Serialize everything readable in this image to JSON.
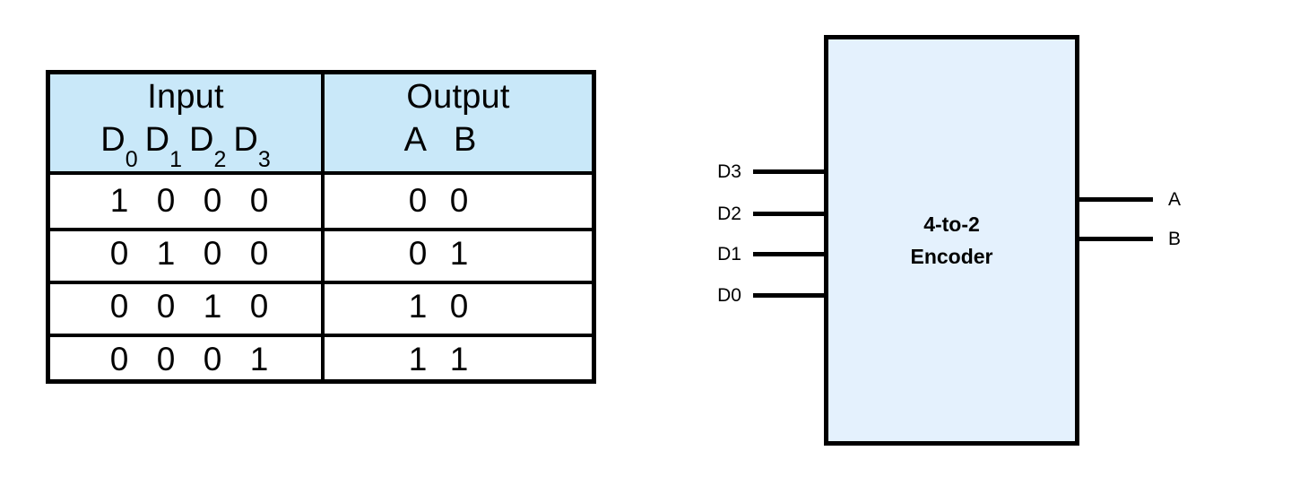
{
  "truth_table": {
    "headers": {
      "input_title": "Input",
      "output_title": "Output",
      "input_signals": [
        "D",
        "0",
        "D",
        "1",
        "D",
        "2",
        "D",
        "3"
      ],
      "input_signal_names": [
        "D0",
        "D1",
        "D2",
        "D3"
      ],
      "output_signal_a": "A",
      "output_signal_b": "B"
    },
    "rows": [
      {
        "inputs": [
          "1",
          "0",
          "0",
          "0"
        ],
        "outputs": [
          "0",
          "0"
        ]
      },
      {
        "inputs": [
          "0",
          "1",
          "0",
          "0"
        ],
        "outputs": [
          "0",
          "1"
        ]
      },
      {
        "inputs": [
          "0",
          "0",
          "1",
          "0"
        ],
        "outputs": [
          "1",
          "0"
        ]
      },
      {
        "inputs": [
          "0",
          "0",
          "0",
          "1"
        ],
        "outputs": [
          "1",
          "1"
        ]
      }
    ],
    "colors": {
      "header_fill": "#c9e8f9",
      "border": "#000000",
      "cell_fill": "#ffffff"
    }
  },
  "block_diagram": {
    "label_line1": "4-to-2",
    "label_line2": "Encoder",
    "inputs": [
      {
        "label": "D3"
      },
      {
        "label": "D2"
      },
      {
        "label": "D1"
      },
      {
        "label": "D0"
      }
    ],
    "outputs": [
      {
        "label": "A"
      },
      {
        "label": "B"
      }
    ],
    "colors": {
      "box_fill": "#e4f1fd",
      "box_border": "#000000",
      "wire": "#000000"
    }
  }
}
